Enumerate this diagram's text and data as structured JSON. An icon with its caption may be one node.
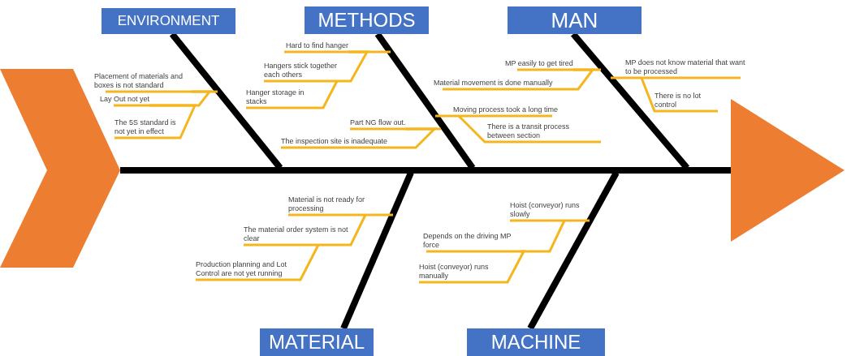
{
  "diagram": {
    "nodes": [
      {
        "text": [
          "ENVIRONMENT"
        ]
      },
      {
        "text": [
          "METHODS"
        ]
      },
      {
        "text": [
          "MAN"
        ]
      },
      {
        "text": [
          "Placement of materials and boxes is not standard"
        ]
      },
      {
        "text": [
          "Lay Out not yet"
        ]
      },
      {
        "text": [
          "The 5S standard is not yet in effect"
        ]
      },
      {
        "text": [
          "Hard to find hanger"
        ]
      },
      {
        "text": [
          "Hangers stick together each others"
        ]
      },
      {
        "text": [
          "Hanger storage in stacks"
        ]
      },
      {
        "text": [
          "Part NG flow out."
        ]
      },
      {
        "text": [
          "The inspection site is inadequate"
        ]
      },
      {
        "text": [
          "Moving process took a long time"
        ]
      },
      {
        "text": [
          "There is a transit process between section"
        ]
      },
      {
        "text": [
          "MP easily to get tired"
        ]
      },
      {
        "text": [
          "Material movement is done manually"
        ]
      },
      {
        "text": [
          "MP does not know material that want to be processed"
        ]
      },
      {
        "text": [
          "There is no lot control"
        ]
      },
      {
        "text": [],
        "shape": "chevron"
      },
      {
        "text": [],
        "shape": "triangle"
      },
      {
        "text": [
          "Material is not ready for processing"
        ]
      },
      {
        "text": [
          "The material order system is not clear"
        ]
      },
      {
        "text": [
          "Production planning and Lot Control are not yet running"
        ]
      },
      {
        "text": [
          "Hoist (conveyor) runs slowly"
        ]
      },
      {
        "text": [
          "Depends on the driving MP force"
        ]
      },
      {
        "text": [
          "Hoist (conveyor) runs manually"
        ]
      },
      {
        "text": [
          "MATERIAL"
        ]
      },
      {
        "text": [
          "MACHINE"
        ]
      }
    ],
    "edges": [
      {
        "from": 17,
        "to": 18,
        "arrow": "none",
        "style": "thick",
        "color": "#000000"
      },
      {
        "from": 0,
        "to": null,
        "arrow": "none",
        "style": "thick",
        "color": "#000000"
      },
      {
        "from": 1,
        "to": null,
        "arrow": "none",
        "style": "thick",
        "color": "#000000"
      },
      {
        "from": 2,
        "to": null,
        "arrow": "none",
        "style": "thick",
        "color": "#000000"
      },
      {
        "from": 25,
        "to": null,
        "arrow": "none",
        "style": "thick",
        "color": "#000000"
      },
      {
        "from": 26,
        "to": null,
        "arrow": "none",
        "style": "thick",
        "color": "#000000"
      },
      {
        "from": 3,
        "to": null,
        "arrow": "none"
      },
      {
        "from": 4,
        "to": 3,
        "arrow": "none"
      },
      {
        "from": 5,
        "to": 4,
        "arrow": "none"
      },
      {
        "from": 6,
        "to": null,
        "arrow": "none"
      },
      {
        "from": 7,
        "to": 6,
        "arrow": "none"
      },
      {
        "from": 8,
        "to": 7,
        "arrow": "none"
      },
      {
        "from": 9,
        "to": null,
        "arrow": "none"
      },
      {
        "from": 10,
        "to": 9,
        "arrow": "none"
      },
      {
        "from": 11,
        "to": null,
        "arrow": "none"
      },
      {
        "from": 12,
        "to": 11,
        "arrow": "none"
      },
      {
        "from": 13,
        "to": null,
        "arrow": "none"
      },
      {
        "from": 14,
        "to": 13,
        "arrow": "none"
      },
      {
        "from": 15,
        "to": null,
        "arrow": "none"
      },
      {
        "from": 16,
        "to": 15,
        "arrow": "none"
      },
      {
        "from": 19,
        "to": null,
        "arrow": "none"
      },
      {
        "from": 20,
        "to": 19,
        "arrow": "none"
      },
      {
        "from": 21,
        "to": 20,
        "arrow": "none"
      },
      {
        "from": 22,
        "to": null,
        "arrow": "none"
      },
      {
        "from": 23,
        "to": 22,
        "arrow": "none"
      },
      {
        "from": 24,
        "to": 23,
        "arrow": "none"
      }
    ]
  }
}
